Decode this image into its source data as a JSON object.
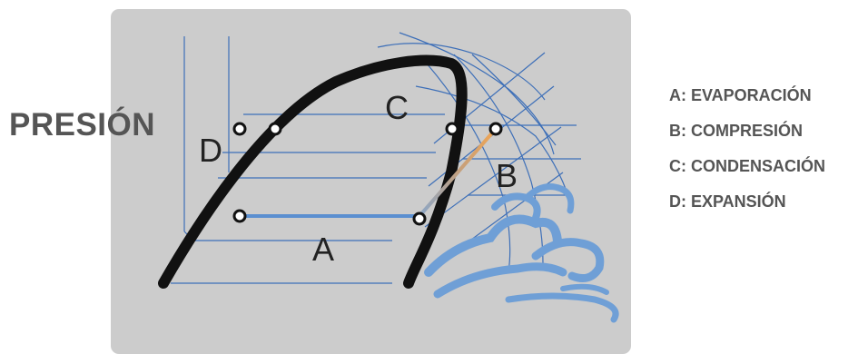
{
  "axis": {
    "y_label": "PRESIÓN"
  },
  "legend": [
    {
      "key": "A",
      "text": "A: EVAPORACIÓN"
    },
    {
      "key": "B",
      "text": "B: COMPRESIÓN"
    },
    {
      "key": "C",
      "text": "C: CONDENSACIÓN"
    },
    {
      "key": "D",
      "text": "D: EXPANSIÓN"
    }
  ],
  "stage_labels": {
    "a": "A",
    "b": "B",
    "c": "C",
    "d": "D"
  },
  "colors": {
    "panel": "#cccccc",
    "grid": "#3d6fb8",
    "dome": "#111111",
    "evaporation": "#5b8fd0",
    "condensation_hot": "#e04a3a",
    "condensation_warm": "#f0a050",
    "expansion": "#d44a4a",
    "cloud": "#6f9fd6",
    "text": "#555555"
  }
}
